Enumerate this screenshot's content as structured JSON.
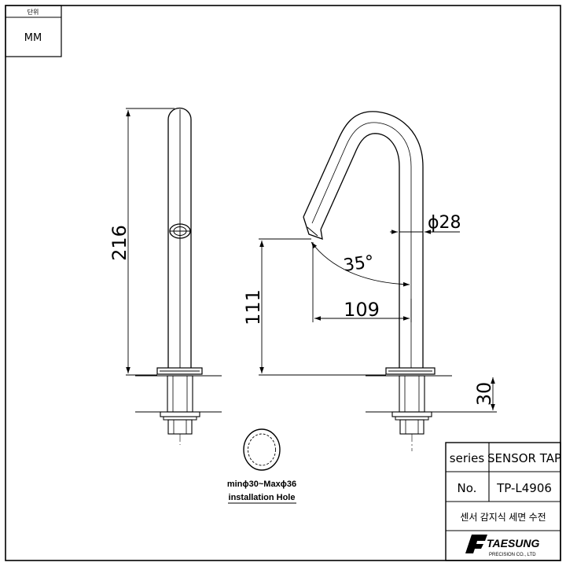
{
  "unit_box": {
    "header": "단위",
    "value": "MM"
  },
  "dimensions": {
    "height_total": "216",
    "spout_diameter": "ϕ28",
    "spout_angle": "35°",
    "spout_height": "111",
    "spout_reach": "109",
    "shank_length": "30"
  },
  "hole_note": {
    "line1": "minϕ30~Maxϕ36",
    "line2": "installation Hole"
  },
  "title_block": {
    "series_label": "series",
    "series_value": "SENSOR TAP",
    "no_label": "No.",
    "no_value": "TP-L4906",
    "description": "센서 감지식 세면 수전",
    "brand": "TAESUNG",
    "brand_sub": "PRECISION CO., LTD"
  },
  "colors": {
    "line": "#000000",
    "background": "#ffffff"
  }
}
